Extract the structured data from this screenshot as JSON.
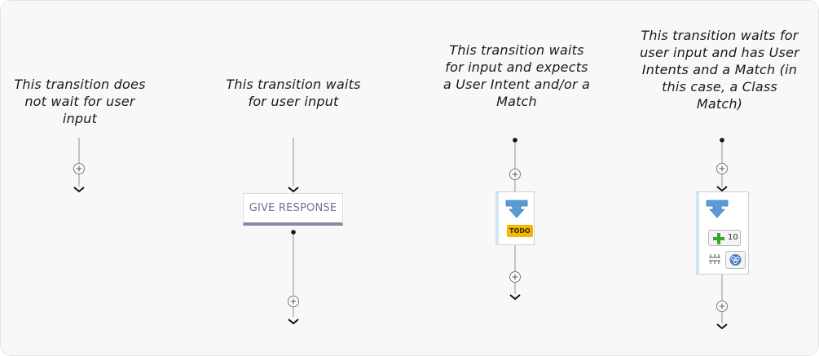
{
  "captions": {
    "no_wait": "This transition does not wait for user input",
    "wait": "This transition waits for user input",
    "wait_intent": "This transition waits for input and expects a User Intent and/or a Match",
    "wait_intent_match": "This transition waits for user input and has User Intents and a Match (in this case, a Class Match)"
  },
  "give_response": {
    "label": "GIVE RESPONSE",
    "accent": "#9484a8"
  },
  "todo_badge": {
    "label": "TODO",
    "color": "#f5b800"
  },
  "intent_count": {
    "value": "10"
  },
  "icons": {
    "add": "plus-circle-icon",
    "arrow": "chevron-down-icon",
    "wait_input": "down-arrow-input-icon",
    "intents": "plus-icon",
    "match": "equalizer-icon",
    "class_match": "brain-icon"
  },
  "colors": {
    "line": "#9a9a9a",
    "card_stripe": "#cde6f5",
    "input_arrow": "#5b9bd5",
    "plus_green": "#3aa335",
    "class_blue": "#4a7fc1"
  }
}
